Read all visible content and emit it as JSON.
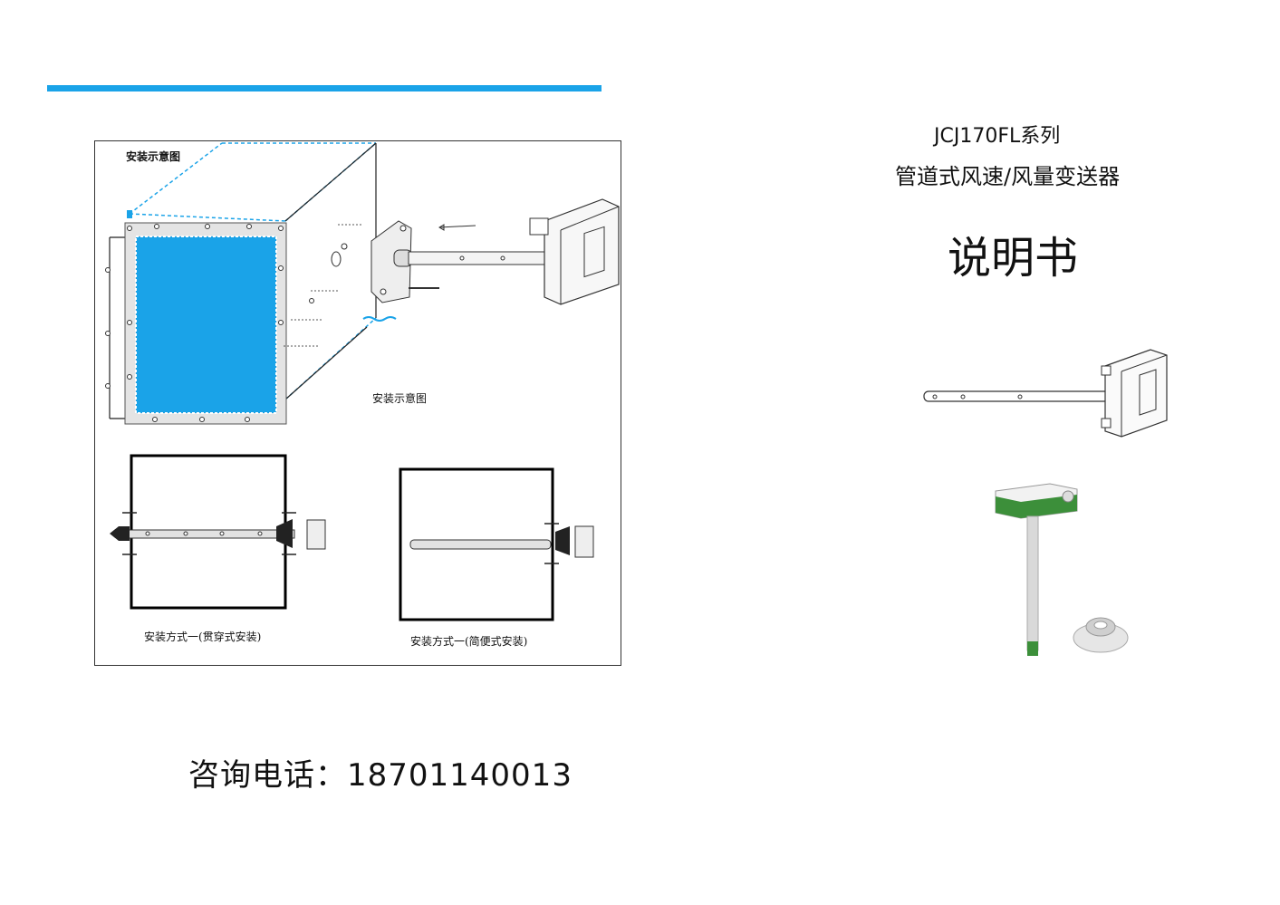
{
  "left": {
    "diagram_title": "安装示意图",
    "diagram_caption": "安装示意图",
    "method1_caption": "安装方式一(贯穿式安装)",
    "method2_caption": "安装方式一(简便式安装)",
    "phone_line": "咨询电话：18701140013"
  },
  "right": {
    "series": "JCJ170FL系列",
    "product_name": "管道式风速/风量变送器",
    "doc_type": "说明书"
  },
  "colors": {
    "accent": "#1aa3e8",
    "duct_fill": "#1aa3e8",
    "sensor_green": "#3c8f3a"
  }
}
